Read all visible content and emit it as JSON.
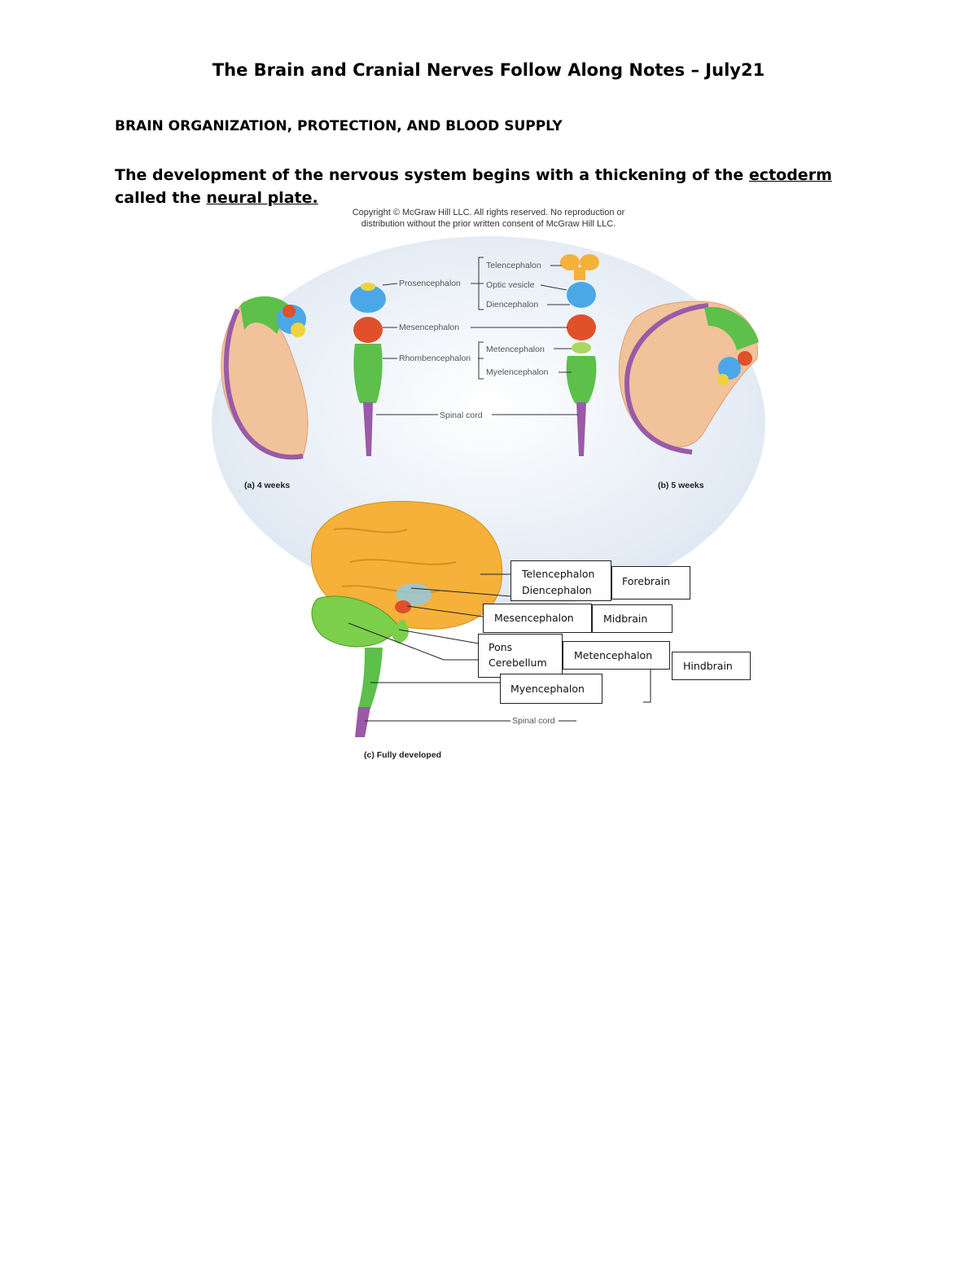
{
  "doc": {
    "title": "The Brain and Cranial Nerves Follow Along Notes – July21",
    "section_heading": "BRAIN ORGANIZATION, PROTECTION, AND BLOOD SUPPLY",
    "para_prefix": "The development of the nervous system begins with a thickening of the ",
    "para_term1": "ectoderm",
    "para_middle": " called the ",
    "para_term2": "neural plate. "
  },
  "figure": {
    "copyright_line1": "Copyright © McGraw Hill LLC. All rights reserved. No reproduction or",
    "copyright_line2": "distribution without the prior written consent of McGraw Hill LLC.",
    "labels": {
      "prosencephalon": "Prosencephalon",
      "mesencephalon": "Mesencephalon",
      "rhombencephalon": "Rhombencephalon",
      "spinal_cord": "Spinal cord",
      "telencephalon": "Telencephalon",
      "optic_vesicle": "Optic vesicle",
      "diencephalon": "Diencephalon",
      "metencephalon": "Metencephalon",
      "myelencephalon": "Myelencephalon",
      "spinal_cord_c": "Spinal cord"
    },
    "captions": {
      "a": "(a)  4 weeks",
      "b": "(b)  5 weeks",
      "c": "(c)  Fully developed"
    },
    "boxes": {
      "telencephalon": "Telencephalon",
      "diencephalon": "Diencephalon",
      "forebrain": "Forebrain",
      "mesencephalon": "Mesencephalon",
      "midbrain": "Midbrain",
      "pons": "Pons",
      "cerebellum": "Cerebellum",
      "metencephalon": "Metencephalon",
      "hindbrain": "Hindbrain",
      "myencephalon": "Myencephalon"
    },
    "colors": {
      "forebrain_blue": "#4aa8e8",
      "midbrain_red": "#e0502a",
      "hindbrain_green": "#5cc04a",
      "cord_purple": "#9a5aa8",
      "cerebrum_orange": "#f5b13a",
      "embryo_skin": "#f2c29a"
    }
  }
}
